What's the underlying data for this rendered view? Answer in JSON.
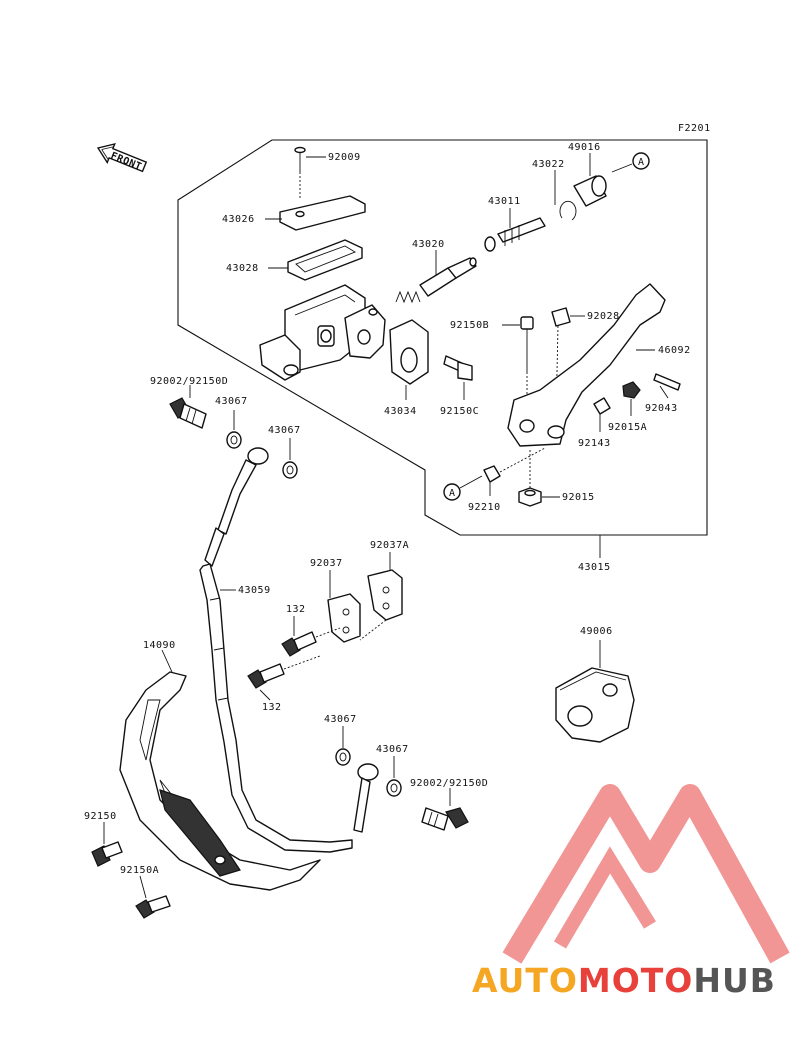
{
  "diagram": {
    "ref_code": "F2201",
    "front_label": "FRONT",
    "ref_mark": "A",
    "labels": {
      "p92009": "92009",
      "p43026": "43026",
      "p43028": "43028",
      "p43020": "43020",
      "p43011": "43011",
      "p43022": "43022",
      "p49016": "49016",
      "p92150B": "92150B",
      "p92028": "92028",
      "p46092": "46092",
      "p43034": "43034",
      "p92150C": "92150C",
      "p92043": "92043",
      "p92015A": "92015A",
      "p92143": "92143",
      "p92210": "92210",
      "p92015": "92015",
      "p43015": "43015",
      "p92002a": "92002/92150D",
      "p43067a": "43067",
      "p43067b": "43067",
      "p43059": "43059",
      "p92037": "92037",
      "p92037A": "92037A",
      "p132a": "132",
      "p132b": "132",
      "p14090": "14090",
      "p49006": "49006",
      "p43067c": "43067",
      "p43067d": "43067",
      "p92002b": "92002/92150D",
      "p92150": "92150",
      "p92150A": "92150A"
    }
  },
  "watermark": {
    "part1": "AUTO",
    "part2": "MOTO",
    "part3": "HUB",
    "colors": {
      "orange": "#f5a623",
      "red": "#e8413b",
      "gray": "#555555",
      "triangle": "#f08a8a"
    }
  }
}
